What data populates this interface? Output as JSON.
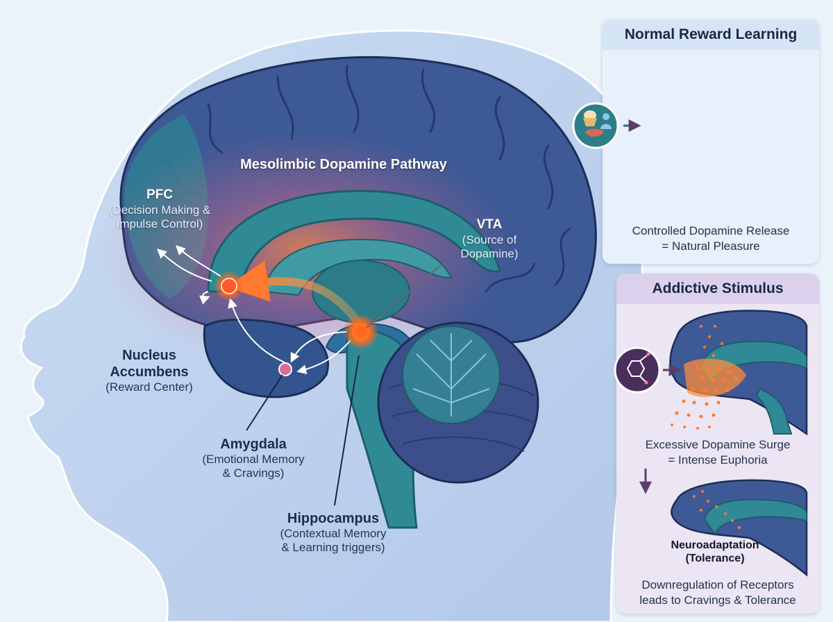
{
  "diagram": {
    "pathway_title": "Mesolimbic Dopamine Pathway",
    "regions": {
      "pfc": {
        "title": "PFC",
        "subtitle_lines": [
          "(Decision Making &",
          "Impulse Control)"
        ]
      },
      "vta": {
        "title": "VTA",
        "subtitle_lines": [
          "(Source of",
          "Dopamine)"
        ]
      },
      "nucleus_accumbens": {
        "title_lines": [
          "Nucleus",
          "Accumbens"
        ],
        "subtitle": "(Reward Center)"
      },
      "amygdala": {
        "title": "Amygdala",
        "subtitle_lines": [
          "(Emotional Memory",
          "& Cravings)"
        ]
      },
      "hippocampus": {
        "title": "Hippocampus",
        "subtitle_lines": [
          "(Contextual Memory",
          "& Learning triggers)"
        ]
      }
    }
  },
  "panels": {
    "normal": {
      "title": "Normal Reward Learning",
      "caption_lines": [
        "Controlled Dopamine Release",
        "= Natural Pleasure"
      ],
      "icon": "food-and-social-icon"
    },
    "addictive": {
      "title": "Addictive Stimulus",
      "caption_lines": [
        "Excessive Dopamine Surge",
        "= Intense Euphoria"
      ],
      "icon": "molecule-icon",
      "adaptation_lines": [
        "Neuroadaptation",
        "(Tolerance)"
      ],
      "bottom_caption_lines": [
        "Downregulation of Receptors",
        "leads to Cravings & Tolerance"
      ]
    }
  },
  "colors": {
    "cortex": "#3a5893",
    "limbic": "#2f8a95",
    "dopamine": "#ff7a2e",
    "head": "#b9d1ee"
  }
}
